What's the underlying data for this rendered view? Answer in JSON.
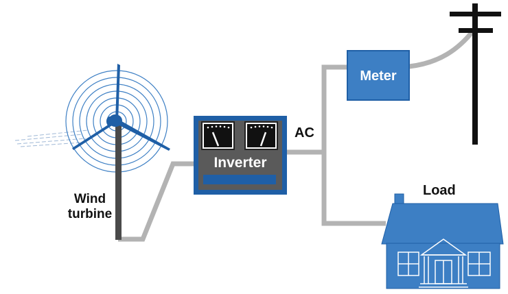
{
  "labels": {
    "wind_turbine_line1": "Wind",
    "wind_turbine_line2": "turbine",
    "inverter": "Inverter",
    "meter": "Meter",
    "ac": "AC",
    "load": "Load"
  },
  "colors": {
    "blue": "#3d7fc4",
    "dark_blue": "#1f5fa6",
    "gray_wire": "#b3b3b3",
    "dark_gray": "#4a4a4a",
    "black": "#111111"
  }
}
